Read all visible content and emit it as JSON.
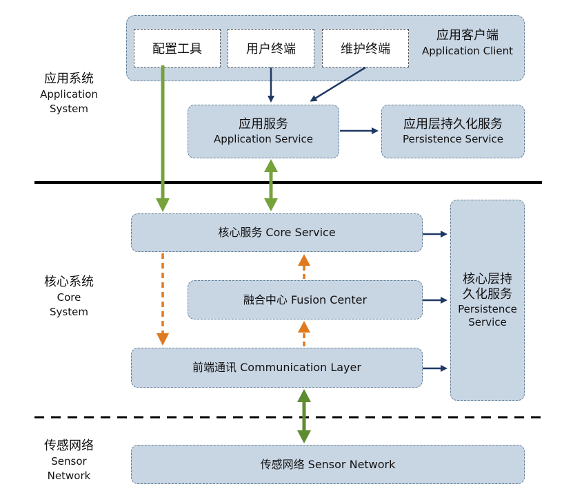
{
  "layers": {
    "application": {
      "zh": "应用系统",
      "en1": "Application",
      "en2": "System"
    },
    "core": {
      "zh": "核心系统",
      "en1": "Core",
      "en2": "System"
    },
    "sensor": {
      "zh": "传感网络",
      "en1": "Sensor",
      "en2": "Network"
    }
  },
  "client": {
    "zh": "应用客户端",
    "en": "Application Client",
    "tools": [
      "配置工具",
      "用户终端",
      "维护终端"
    ]
  },
  "app_service": {
    "zh": "应用服务",
    "en": "Application Service"
  },
  "app_persistence": {
    "zh": "应用层持久化服务",
    "en": "Persistence Service"
  },
  "core_service": {
    "text": "核心服务 Core Service"
  },
  "fusion_center": {
    "text": "融合中心 Fusion Center"
  },
  "comm_layer": {
    "text": "前端通讯 Communication Layer"
  },
  "core_persistence": {
    "zh1": "核心层持",
    "zh2": "久化服务",
    "en1": "Persistence",
    "en2": "Service"
  },
  "sensor_network": {
    "text": "传感网络 Sensor Network"
  },
  "colors": {
    "box_fill": "#c8d5e3",
    "box_border": "#5f7e95",
    "navy_arrow": "#1f3864",
    "green_arrow": "#76a23b",
    "dark_green_arrow": "#5e8c31",
    "orange_arrow": "#e07a1f"
  }
}
